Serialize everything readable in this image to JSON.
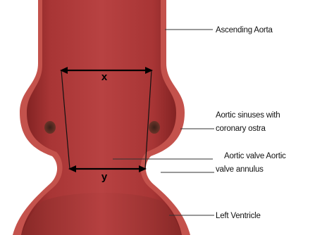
{
  "labels": {
    "ascending_aorta": "Ascending Aorta",
    "aortic_sinuses_line1": "Aortic sinuses with",
    "aortic_sinuses_line2": "coronary ostra",
    "aortic_valve_line1": "Aortic valve Aortic",
    "aortic_valve_line2": "valve annulus",
    "left_ventricle": "Left Ventricle"
  },
  "dimensions": {
    "top": "x",
    "bottom": "y"
  },
  "colors": {
    "vessel_main": "#b03a3a",
    "vessel_dark": "#7a1f1f",
    "vessel_light": "#c85a55",
    "ostium": "#4a2a22",
    "leader_line": "#333333"
  }
}
